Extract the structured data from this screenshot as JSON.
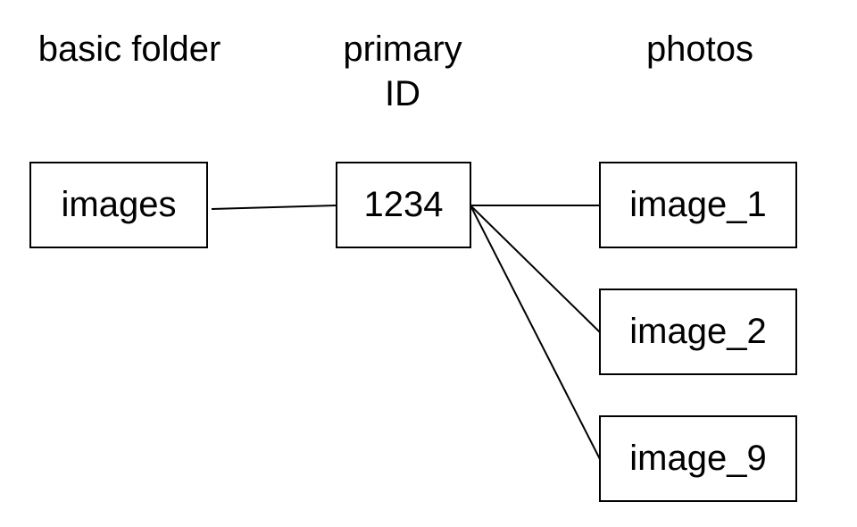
{
  "headers": {
    "basic_folder": "basic folder",
    "primary_id": [
      "primary",
      "ID"
    ],
    "photos": "photos"
  },
  "nodes": {
    "folder": "images",
    "id": "1234",
    "photos": [
      "image_1",
      "image_2",
      "image_9"
    ]
  },
  "edges": [
    [
      "images",
      "1234"
    ],
    [
      "1234",
      "image_1"
    ],
    [
      "1234",
      "image_2"
    ],
    [
      "1234",
      "image_9"
    ]
  ],
  "colors": {
    "stroke": "#000000",
    "background": "#ffffff"
  }
}
